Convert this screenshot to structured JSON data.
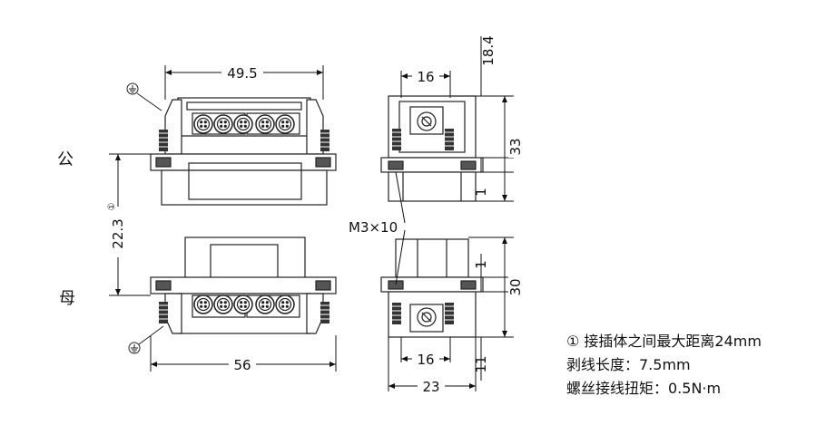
{
  "side_labels": {
    "male": "公",
    "female": "母"
  },
  "dimensions": {
    "top_width": "49.5",
    "bottom_width": "56",
    "left_vertical": "22.3",
    "left_vertical_mark": "①",
    "top_small_width": "16",
    "bottom_small_width": "16",
    "overall_width": "23",
    "top_overhang": "18.4",
    "top_height": "33",
    "top_flange": "1",
    "bottom_height": "30",
    "bottom_flange": "1",
    "bottom_base": "11",
    "screw": "M3×10"
  },
  "notes": [
    "① 接插体之间最大距离24mm",
    "剥线长度：7.5mm",
    "螺丝接线扭矩：0.5N·m"
  ],
  "icons": {
    "ground": "ground-symbol-icon"
  }
}
